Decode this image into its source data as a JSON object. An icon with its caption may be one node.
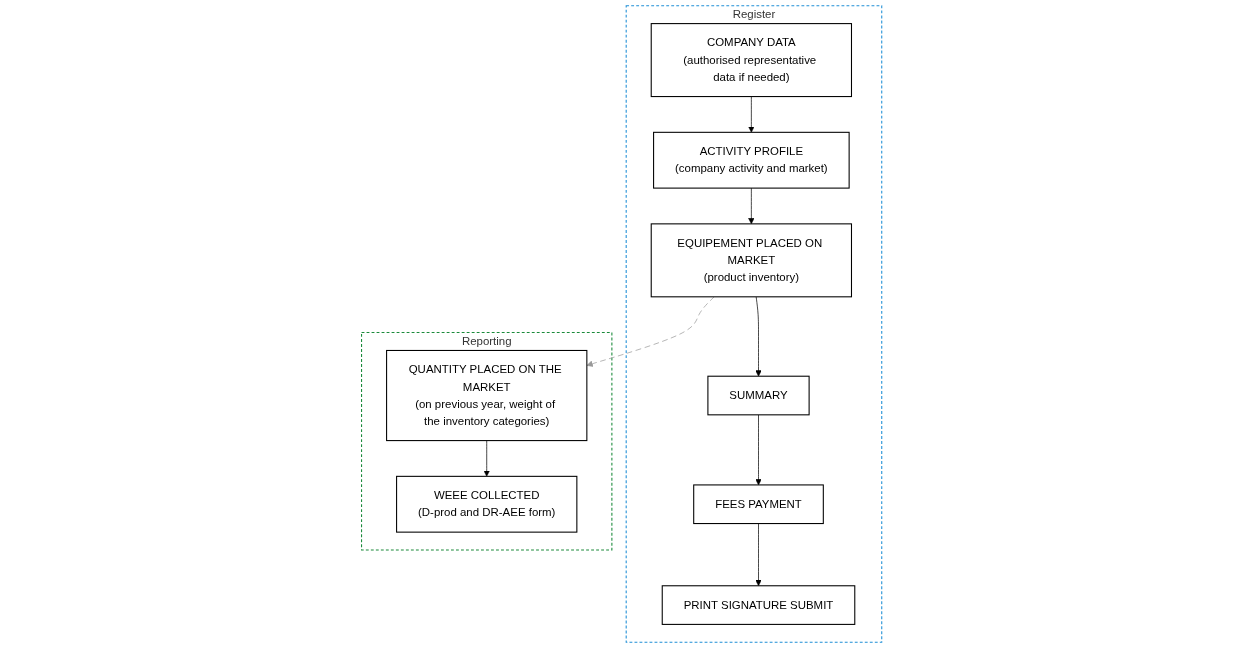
{
  "diagram": {
    "nodes": [
      {
        "text": [
          "Register"
        ]
      },
      {
        "text": [
          "COMPANY DATA",
          "(authorised representative data if needed)"
        ],
        "in": 0
      },
      {
        "text": [
          "ACTIVITY PROFILE",
          "(company activity and market)"
        ],
        "in": 0
      },
      {
        "text": [
          "EQUIPEMENT PLACED ON MARKET",
          "(product inventory)"
        ],
        "in": 0
      },
      {
        "text": [
          "SUMMARY"
        ],
        "in": 0
      },
      {
        "text": [
          "FEES PAYMENT"
        ],
        "in": 0
      },
      {
        "text": [
          "PRINT SIGNATURE SUBMIT"
        ],
        "in": 0
      },
      {
        "text": [
          "Reporting"
        ]
      },
      {
        "text": [
          "QUANTITY PLACED ON THE MARKET",
          "(on previous year, weight of the inventory categories)"
        ],
        "in": 7
      },
      {
        "text": [
          "WEEE COLLECTED",
          "(D-prod and DR-AEE form)"
        ],
        "in": 7
      }
    ],
    "edges": [
      {
        "from": 1,
        "to": 2,
        "arrow": "to"
      },
      {
        "from": 2,
        "to": 3,
        "arrow": "to"
      },
      {
        "from": 3,
        "to": 4,
        "arrow": "to"
      },
      {
        "from": 4,
        "to": 5,
        "arrow": "to"
      },
      {
        "from": 5,
        "to": 6,
        "arrow": "to"
      },
      {
        "from": 3,
        "to": 8,
        "arrow": "to",
        "style": "dashed",
        "color": "#999999"
      },
      {
        "from": 8,
        "to": 9,
        "arrow": "to"
      }
    ]
  }
}
